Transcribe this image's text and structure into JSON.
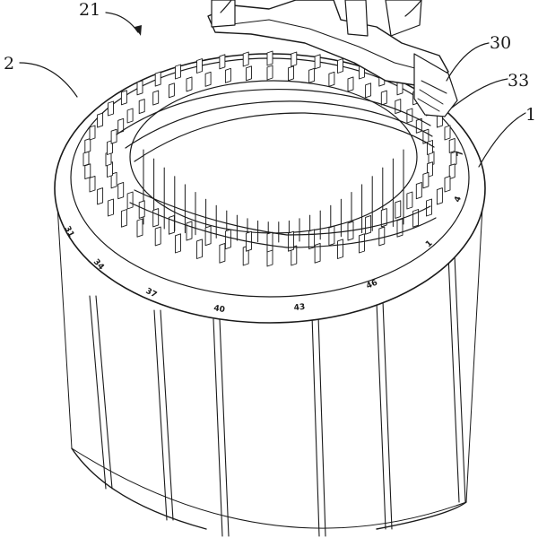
{
  "reference_labels": {
    "label_21": "21",
    "label_2": "2",
    "label_30": "30",
    "label_33": "33",
    "label_1": "1"
  },
  "slot_numbers": {
    "n31": "31",
    "n34": "34",
    "n37": "37",
    "n40": "40",
    "n43": "43",
    "n46": "46",
    "n1": "1",
    "n4": "4",
    "n7": "7"
  },
  "colors": {
    "ink": "#1a1a1a",
    "paper": "#ffffff"
  }
}
